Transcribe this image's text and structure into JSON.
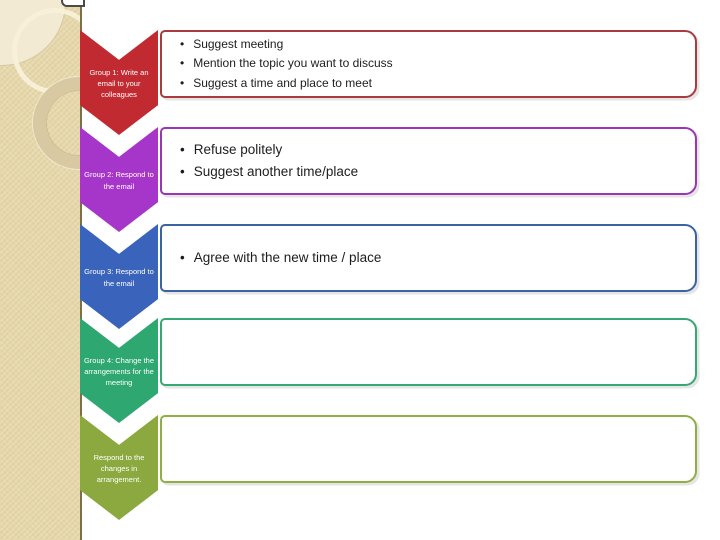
{
  "ui": {
    "bullet": "•"
  },
  "theme": {
    "sidebar_base": "#e7d9ac",
    "sidebar_edge": "#7d6f49",
    "slide_background": "#ffffff"
  },
  "rows": [
    {
      "arrow_label": "Group 1: Write an email to your colleagues",
      "arrow_color": "#c22a31",
      "box_border": "#a93b3e",
      "bullets": [
        "Suggest meeting",
        "Mention the topic you want to discuss",
        "Suggest a time and place to meet"
      ]
    },
    {
      "arrow_label": "Group 2: Respond to the email",
      "arrow_color": "#a636c9",
      "box_border": "#9c35b5",
      "bullets": [
        "Refuse politely",
        "Suggest another time/place"
      ]
    },
    {
      "arrow_label": "Group 3: Respond to the email",
      "arrow_color": "#3a64bc",
      "box_border": "#3a62a5",
      "bullets": [
        "Agree with the new time / place"
      ]
    },
    {
      "arrow_label": "Group 4: Change the arrangements for the meeting",
      "arrow_color": "#2ea770",
      "box_border": "#35a873",
      "bullets": []
    },
    {
      "arrow_label": "Respond to the changes in arrangement.",
      "arrow_color": "#8ba93f",
      "box_border": "#8fae44",
      "bullets": []
    }
  ]
}
